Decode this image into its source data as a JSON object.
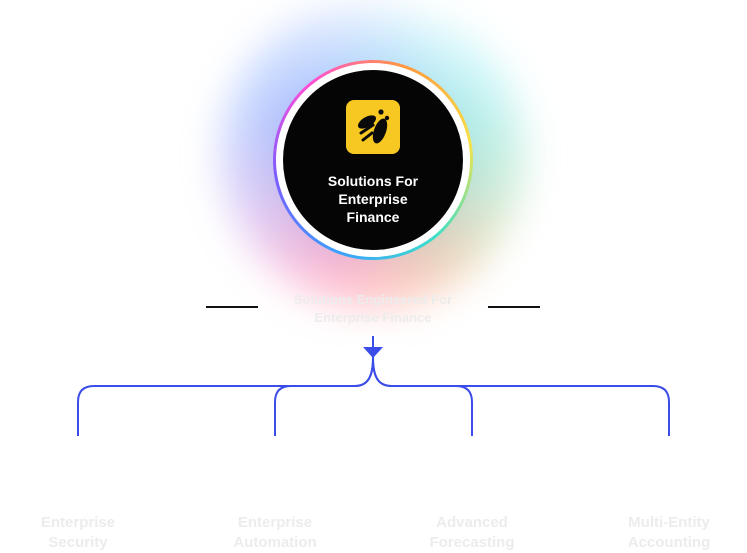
{
  "hub": {
    "logo_icon": "bee-icon",
    "title_line1": "Solutions For",
    "title_line2": "Enterprise",
    "title_line3": "Finance"
  },
  "subtitle": {
    "line1": "Solutions Engineered For",
    "line2": "Enterprise Finance"
  },
  "branches": [
    {
      "line1": "Enterprise",
      "line2": "Security"
    },
    {
      "line1": "Enterprise",
      "line2": "Automation"
    },
    {
      "line1": "Advanced",
      "line2": "Forecasting"
    },
    {
      "line1": "Multi-Entity",
      "line2": "Accounting"
    }
  ],
  "colors": {
    "connector": "#3b4de8",
    "hub_background": "#050505",
    "logo_background": "#f7c821",
    "faded_text": "#ececec"
  }
}
